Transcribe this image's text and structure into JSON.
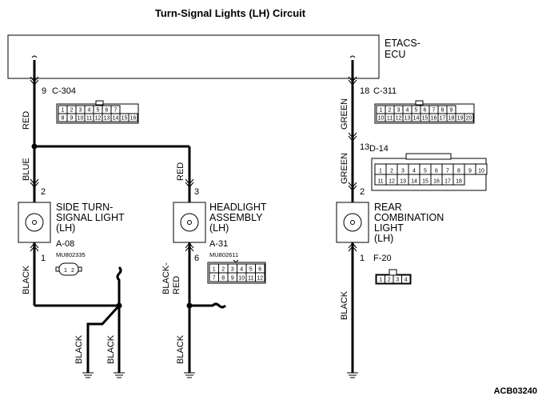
{
  "title": "Turn-Signal Lights (LH) Circuit",
  "ecu_label": [
    "ETACS-",
    "ECU"
  ],
  "figure_code": "ACB03240",
  "wires": {
    "red": "RED",
    "blue": "BLUE",
    "black": "BLACK",
    "green": "GREEN",
    "black_red": [
      "BLACK-",
      "RED"
    ]
  },
  "connectors": {
    "c304": {
      "pin": "9",
      "name": "C-304",
      "pins": [
        "1",
        "2",
        "3",
        "4",
        "5",
        "6",
        "7",
        "8",
        "9",
        "10",
        "11",
        "12",
        "13",
        "14",
        "15",
        "16"
      ]
    },
    "c311": {
      "pin": "18",
      "name": "C-311",
      "pins": [
        "1",
        "2",
        "3",
        "4",
        "5",
        "6",
        "7",
        "8",
        "9",
        "10",
        "11",
        "12",
        "13",
        "14",
        "15",
        "16",
        "17",
        "18",
        "19",
        "20"
      ]
    },
    "d14": {
      "pin": "13",
      "name": "D-14",
      "pins": [
        "1",
        "2",
        "3",
        "4",
        "5",
        "6",
        "7",
        "8",
        "9",
        "10",
        "11",
        "12",
        "13",
        "14",
        "15",
        "16",
        "17",
        "18"
      ]
    },
    "a08": {
      "pin_top": "2",
      "pin_bottom": "1",
      "name": "A-08",
      "part": "MU802335",
      "pins": [
        "1",
        "2"
      ]
    },
    "a31": {
      "pin_top": "3",
      "pin_bottom": "6",
      "name": "A-31",
      "part": "MU802611",
      "pins": [
        "1",
        "2",
        "3",
        "4",
        "5",
        "6",
        "7",
        "8",
        "9",
        "10",
        "11",
        "12"
      ]
    },
    "f20": {
      "pin_top": "2",
      "pin_bottom": "1",
      "name": "F-20",
      "pins": [
        "1",
        "2",
        "3",
        "4"
      ]
    }
  },
  "components": {
    "side": [
      "SIDE TURN-",
      "SIGNAL LIGHT",
      "(LH)"
    ],
    "headlight": [
      "HEADLIGHT",
      "ASSEMBLY",
      "(LH)"
    ],
    "rear": [
      "REAR",
      "COMBINATION",
      "LIGHT",
      "(LH)"
    ]
  }
}
